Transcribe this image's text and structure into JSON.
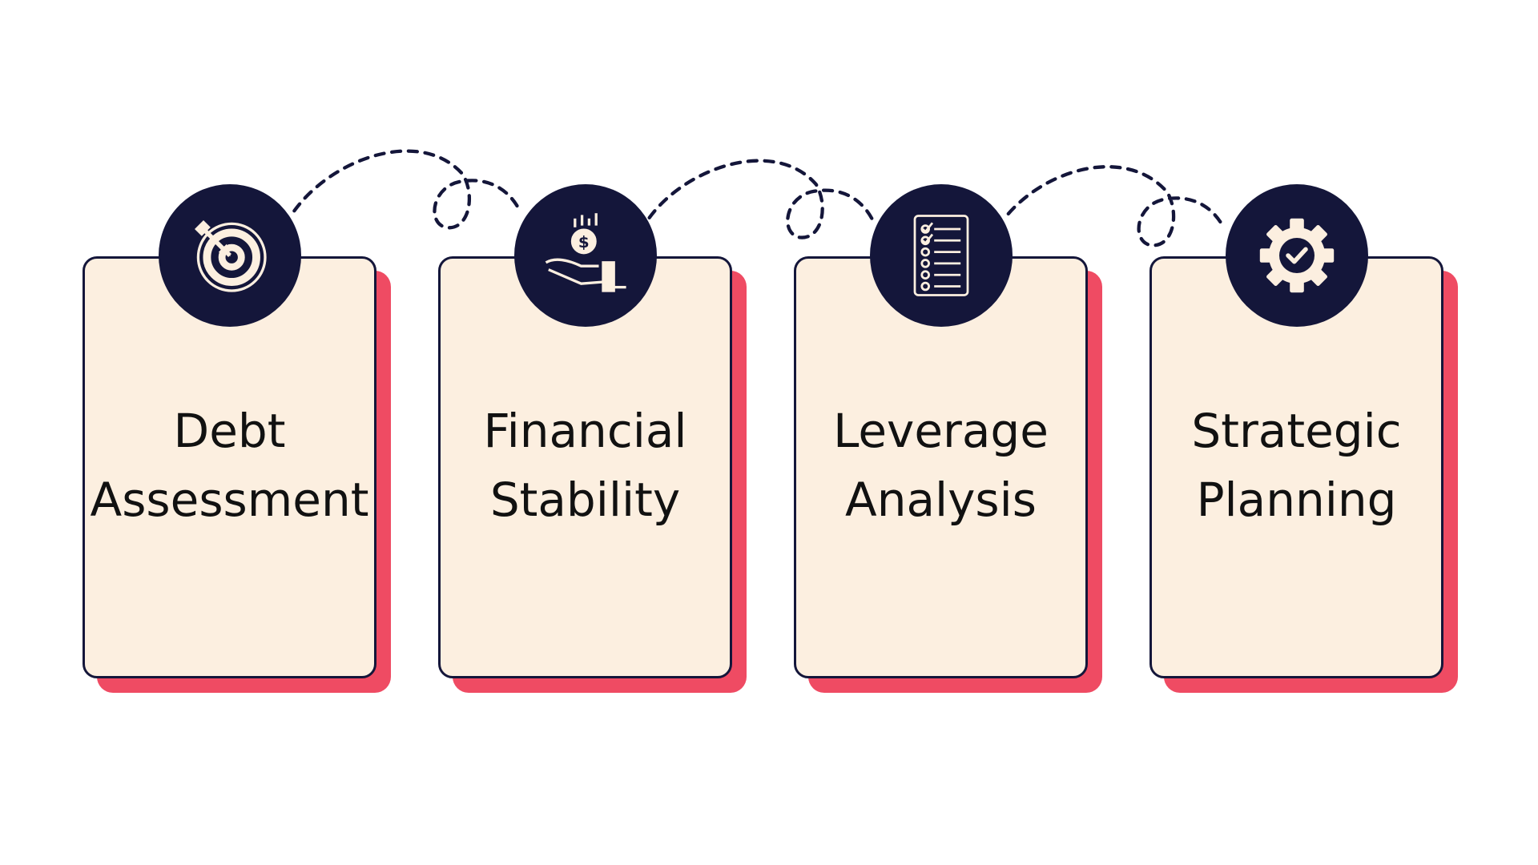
{
  "colors": {
    "navy": "#14163a",
    "card": "#fcefe0",
    "shadow": "#ef4b63"
  },
  "steps": [
    {
      "line1": "Debt",
      "line2": "Assessment",
      "icon": "target-arrow-icon"
    },
    {
      "line1": "Financial",
      "line2": "Stability",
      "icon": "hand-coin-icon"
    },
    {
      "line1": "Leverage",
      "line2": "Analysis",
      "icon": "checklist-icon"
    },
    {
      "line1": "Strategic",
      "line2": "Planning",
      "icon": "gear-check-icon"
    }
  ]
}
